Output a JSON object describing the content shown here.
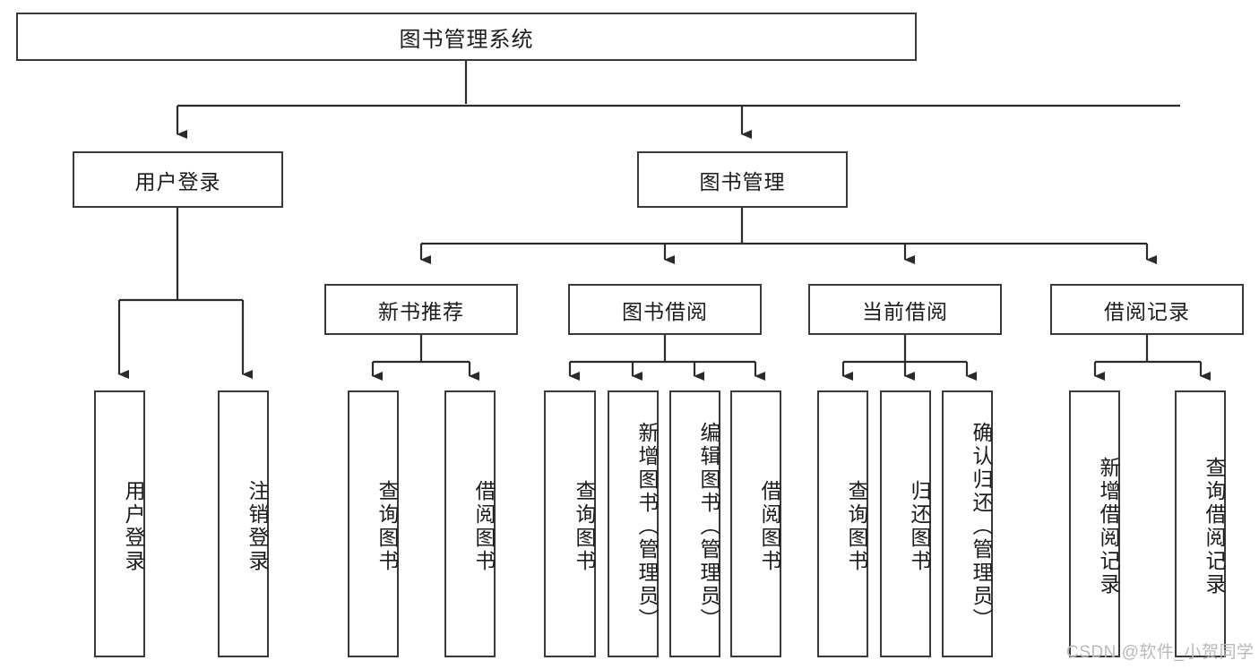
{
  "diagram": {
    "title": "图书管理系统",
    "type": "tree",
    "root": {
      "label": "图书管理系统"
    },
    "level2": [
      {
        "label": "用户登录"
      },
      {
        "label": "图书管理"
      }
    ],
    "level3": [
      {
        "label": "新书推荐"
      },
      {
        "label": "图书借阅"
      },
      {
        "label": "当前借阅"
      },
      {
        "label": "借阅记录"
      }
    ],
    "leaves": [
      {
        "label": "用户登录",
        "parent": "用户登录"
      },
      {
        "label": "注销登录",
        "parent": "用户登录"
      },
      {
        "label": "查询图书",
        "parent": "新书推荐"
      },
      {
        "label": "借阅图书",
        "parent": "新书推荐"
      },
      {
        "label": "查询图书",
        "parent": "图书借阅"
      },
      {
        "label": "新增图书（管理员）",
        "parent": "图书借阅"
      },
      {
        "label": "编辑图书（管理员）",
        "parent": "图书借阅"
      },
      {
        "label": "借阅图书",
        "parent": "图书借阅"
      },
      {
        "label": "查询图书",
        "parent": "当前借阅"
      },
      {
        "label": "归还图书",
        "parent": "当前借阅"
      },
      {
        "label": "确认归还（管理员）",
        "parent": "当前借阅"
      },
      {
        "label": "新增借阅记录",
        "parent": "借阅记录"
      },
      {
        "label": "查询借阅记录",
        "parent": "借阅记录"
      }
    ]
  },
  "watermark": {
    "text": "CSDN @软件_小贺同学"
  },
  "colors": {
    "box_border": "#3a3a3a",
    "box_fill": "#ffffff",
    "connector": "#2b2b2b",
    "text": "#1b1b1b",
    "watermark": "#b9b9b9"
  }
}
